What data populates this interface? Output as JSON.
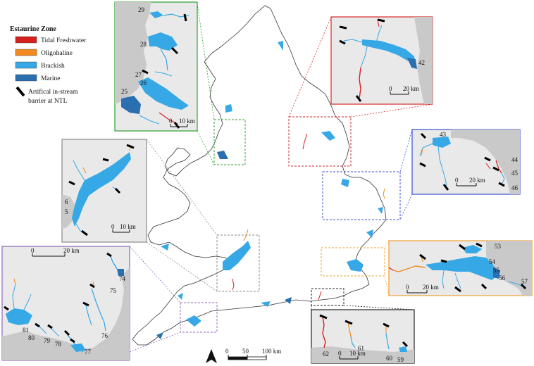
{
  "legend": {
    "title": "Estaurine Zone",
    "items": [
      {
        "label": "Tidal Freshwater",
        "color": "#d62020"
      },
      {
        "label": "Oligohaline",
        "color": "#f28a1e"
      },
      {
        "label": "Brackish",
        "color": "#37a8e6"
      },
      {
        "label": "Marine",
        "color": "#2a6fb0"
      }
    ],
    "barrier_line1": "Artifical in-stream",
    "barrier_line2": "barrier at NTL"
  },
  "colors": {
    "tidal_freshwater": "#d62020",
    "oligohaline": "#f28a1e",
    "brackish": "#37a8e6",
    "marine": "#2a6fb0",
    "land": "#e9e9e9",
    "sea": "#c9c9c9",
    "frame_green": "#2ca02c",
    "frame_red": "#d62728",
    "frame_blue": "#3b4fd0",
    "frame_grey": "#8a8a8a",
    "frame_purple": "#9467bd",
    "frame_orange": "#f0a030",
    "frame_black": "#222222"
  },
  "main_scale": {
    "t0": "0",
    "t1": "50",
    "t2": "100 km"
  },
  "north_arrow": "north-arrow-icon",
  "insets": {
    "green": {
      "labels": [
        "29",
        "28",
        "27",
        "26",
        "25"
      ],
      "scale": {
        "t0": "0",
        "t1": "10 km"
      }
    },
    "red": {
      "labels": [
        "42"
      ],
      "scale": {
        "t0": "0",
        "t1": "20 km"
      }
    },
    "blue": {
      "labels": [
        "43",
        "44",
        "45",
        "46"
      ],
      "scale": {
        "t0": "0",
        "t1": "20 km"
      }
    },
    "grey": {
      "labels": [
        "6",
        "5"
      ],
      "scale": {
        "t0": "0",
        "t1": "10 km"
      }
    },
    "purple": {
      "labels": [
        "74",
        "75",
        "76",
        "77",
        "78",
        "79",
        "80",
        "81"
      ],
      "scale": {
        "t0": "0",
        "t1": "20 km"
      }
    },
    "orange": {
      "labels": [
        "53",
        "54",
        "55",
        "56",
        "57"
      ],
      "scale": {
        "t0": "0",
        "t1": "20 km"
      }
    },
    "black": {
      "labels": [
        "62",
        "61",
        "60",
        "59"
      ],
      "scale": {
        "t0": "0",
        "t1": "10 km"
      }
    }
  }
}
